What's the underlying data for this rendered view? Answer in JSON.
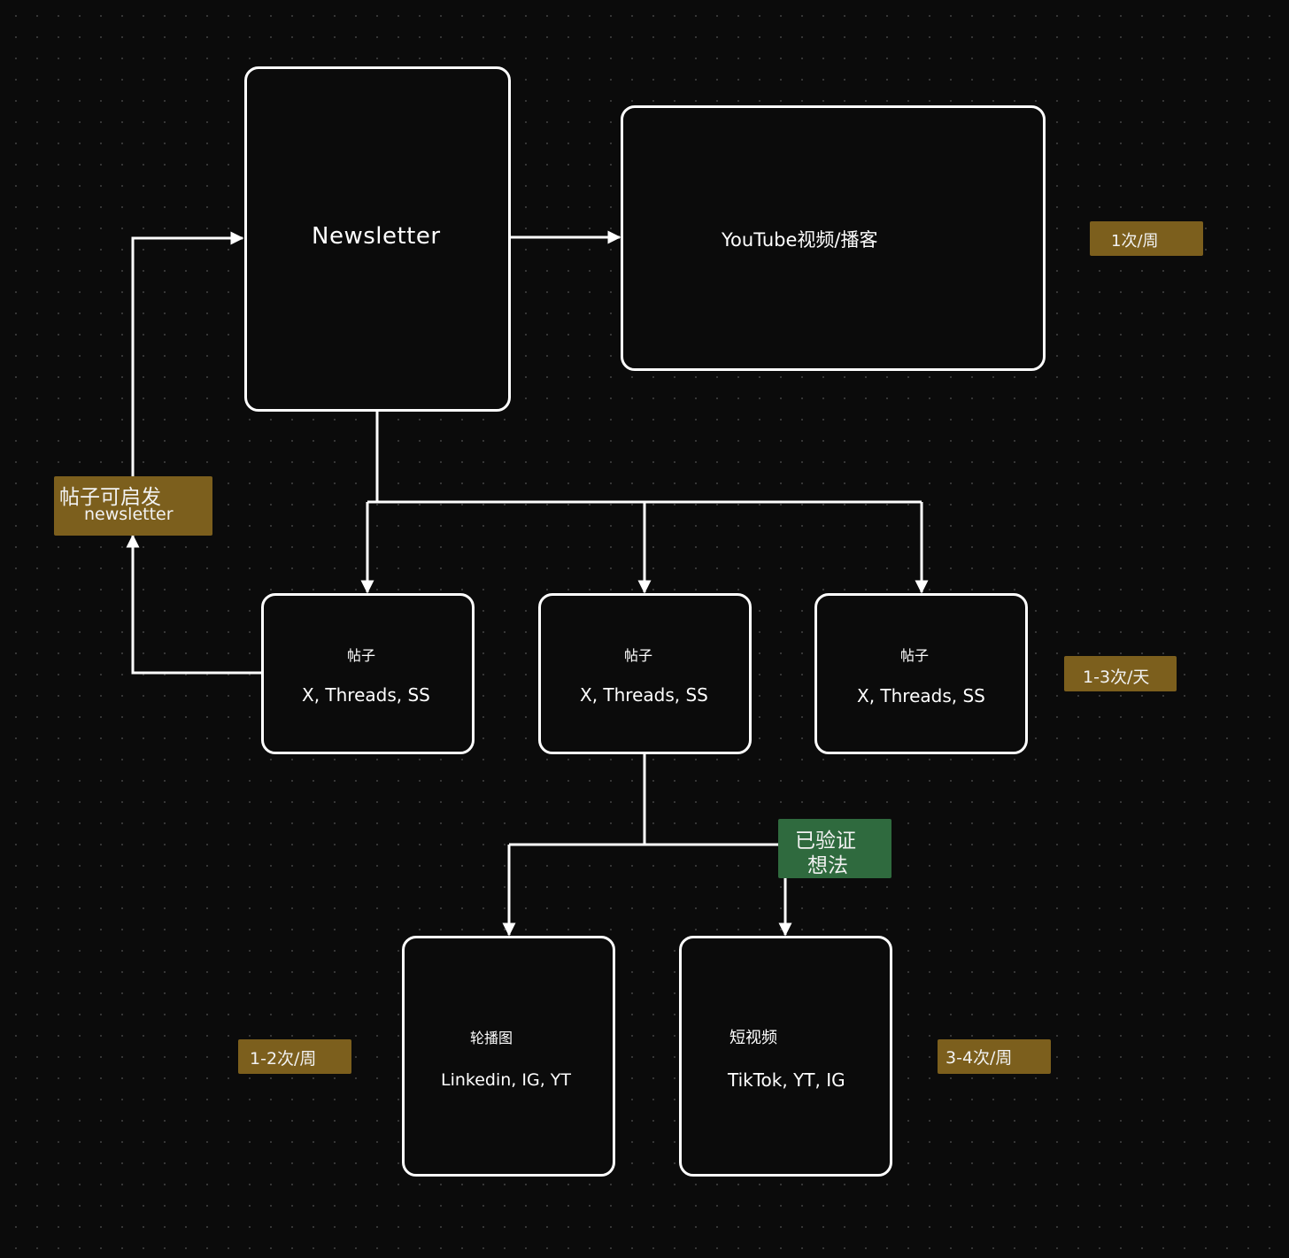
{
  "nodes": {
    "newsletter": {
      "title": "Newsletter"
    },
    "youtube": {
      "title": "YouTube视频/播客"
    },
    "post_1": {
      "type": "帖子",
      "platforms": "X, Threads, SS"
    },
    "post_2": {
      "type": "帖子",
      "platforms": "X, Threads, SS"
    },
    "post_3": {
      "type": "帖子",
      "platforms": "X, Threads, SS"
    },
    "carousel": {
      "type": "轮播图",
      "platforms": "Linkedin, IG, YT"
    },
    "short_video": {
      "type": "短视频",
      "platforms": "TikTok, YT, IG"
    }
  },
  "tags": {
    "youtube_frequency": "1次/周",
    "post_frequency": "1-3次/天",
    "carousel_frequency": "1-2次/周",
    "short_video_frequency": "3-4次/周",
    "inspire_line1": "帖子可启发",
    "inspire_line2": "newsletter",
    "validated_line1": "已验证",
    "validated_line2": "想法"
  },
  "colors": {
    "background": "#0b0b0b",
    "line": "#ffffff",
    "tag_gold": "#7c5f1d",
    "tag_green": "#2f6a3e"
  }
}
